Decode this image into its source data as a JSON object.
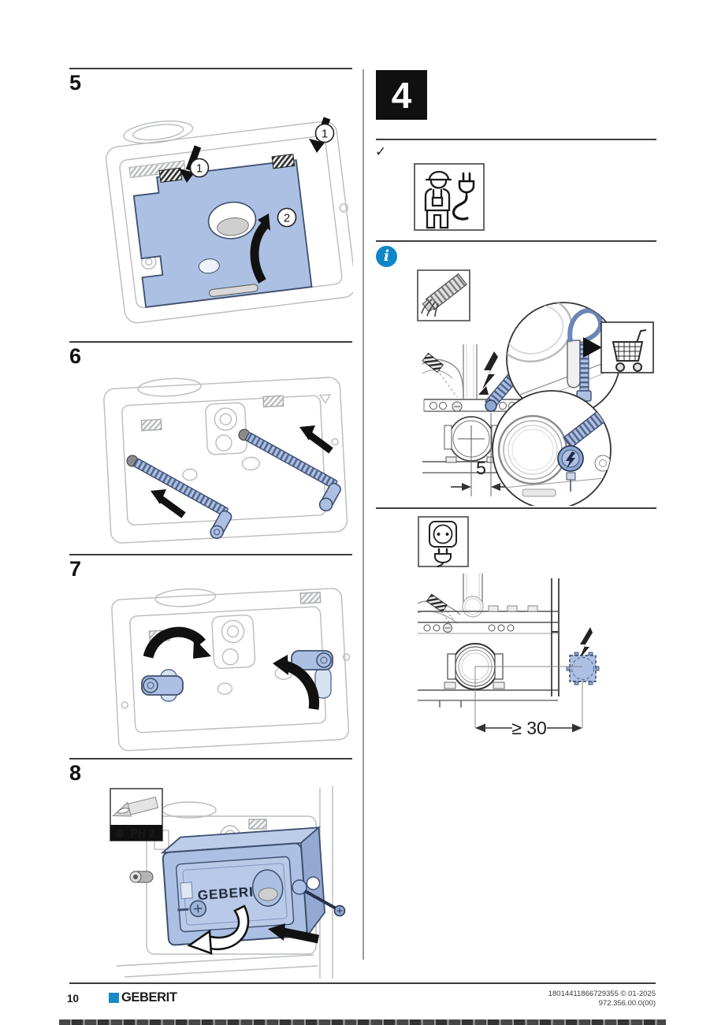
{
  "colors": {
    "part_blue": "#abc0e2",
    "part_blue_dark": "#3e4f6e",
    "info_blue": "#0f86c8",
    "brand_blue": "#1789ca",
    "line_dark": "#2b2b2b",
    "line_light": "#b9bbbd"
  },
  "steps": {
    "step5": {
      "label": "5",
      "callouts": [
        "1",
        "1",
        "2"
      ]
    },
    "step6": {
      "label": "6"
    },
    "step7": {
      "label": "7"
    },
    "step8": {
      "label": "8",
      "phillips_glyph": "⊕",
      "tool_label": "PH 2",
      "embossed_text": "GEBERIT"
    }
  },
  "section4": {
    "number": "4",
    "prerequisite_check": "✓",
    "info_glyph": "i",
    "dim_conduit": "5",
    "dim_socket": "≥ 30"
  },
  "icons": {
    "installer": "electrician-with-plug",
    "cable": "conduit-with-wires",
    "cart": "shopping-cart",
    "socket": "power-socket-with-plug",
    "flash": "electrical-flash",
    "bit": "ph2-screwdriver-bit",
    "info": "info",
    "check": "checkmark"
  },
  "footer": {
    "page_number": "10",
    "brand": "GEBERIT",
    "doc_id": "18014411866729355 © 01-2025",
    "doc_code": "972.356.00.0(00)"
  }
}
